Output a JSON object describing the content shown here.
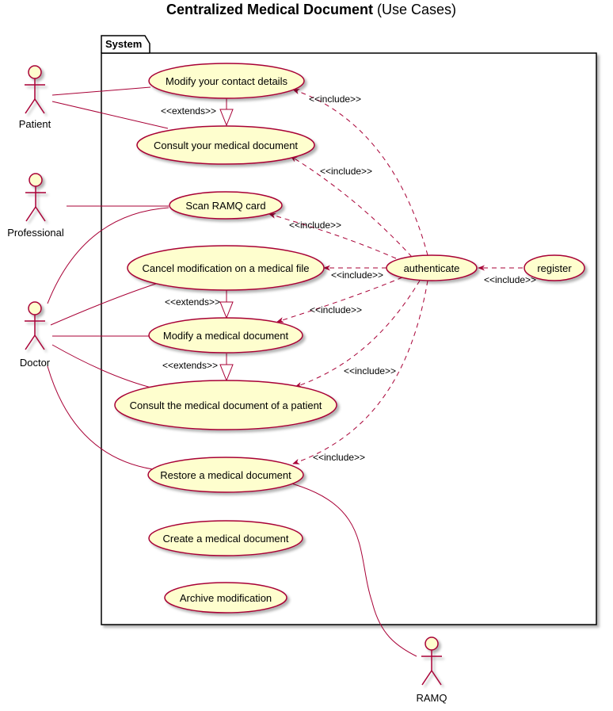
{
  "title": {
    "main": "Centralized Medical Document",
    "suffix": " (Use Cases)"
  },
  "package": {
    "label": "System"
  },
  "actors": {
    "patient": "Patient",
    "professional": "Professional",
    "doctor": "Doctor",
    "ramq": "RAMQ"
  },
  "use_cases": {
    "modify_contact": "Modify your contact details",
    "consult_own": "Consult your medical document",
    "scan_ramq": "Scan RAMQ card",
    "cancel_mod": "Cancel modification on a medical file",
    "authenticate": "authenticate",
    "register": "register",
    "modify_doc": "Modify a medical document",
    "consult_patient": "Consult the medical document of a patient",
    "restore_doc": "Restore a medical document",
    "create_doc": "Create a medical document",
    "archive_mod": "Archive modification"
  },
  "relations": {
    "extends": "<<extends>>",
    "include": "<<include>>"
  },
  "colors": {
    "line": "#a80036",
    "fill": "#fefece",
    "border": "#000000"
  }
}
